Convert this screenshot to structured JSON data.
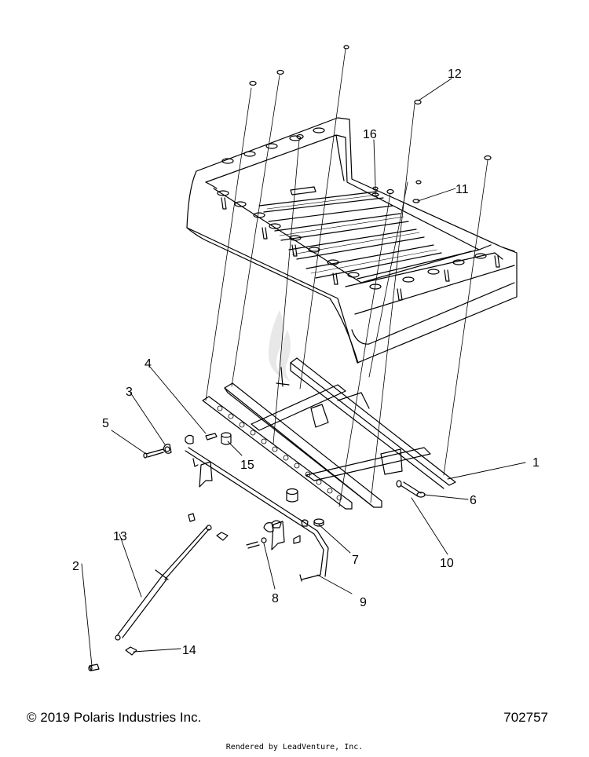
{
  "callouts": [
    "1",
    "2",
    "3",
    "4",
    "5",
    "6",
    "7",
    "8",
    "9",
    "10",
    "11",
    "12",
    "13",
    "14",
    "15",
    "16"
  ],
  "footer": {
    "copyright": "© 2019 Polaris Industries Inc.",
    "diagram_number": "702757",
    "rendered_by": "Rendered by LeadVenture, Inc."
  }
}
